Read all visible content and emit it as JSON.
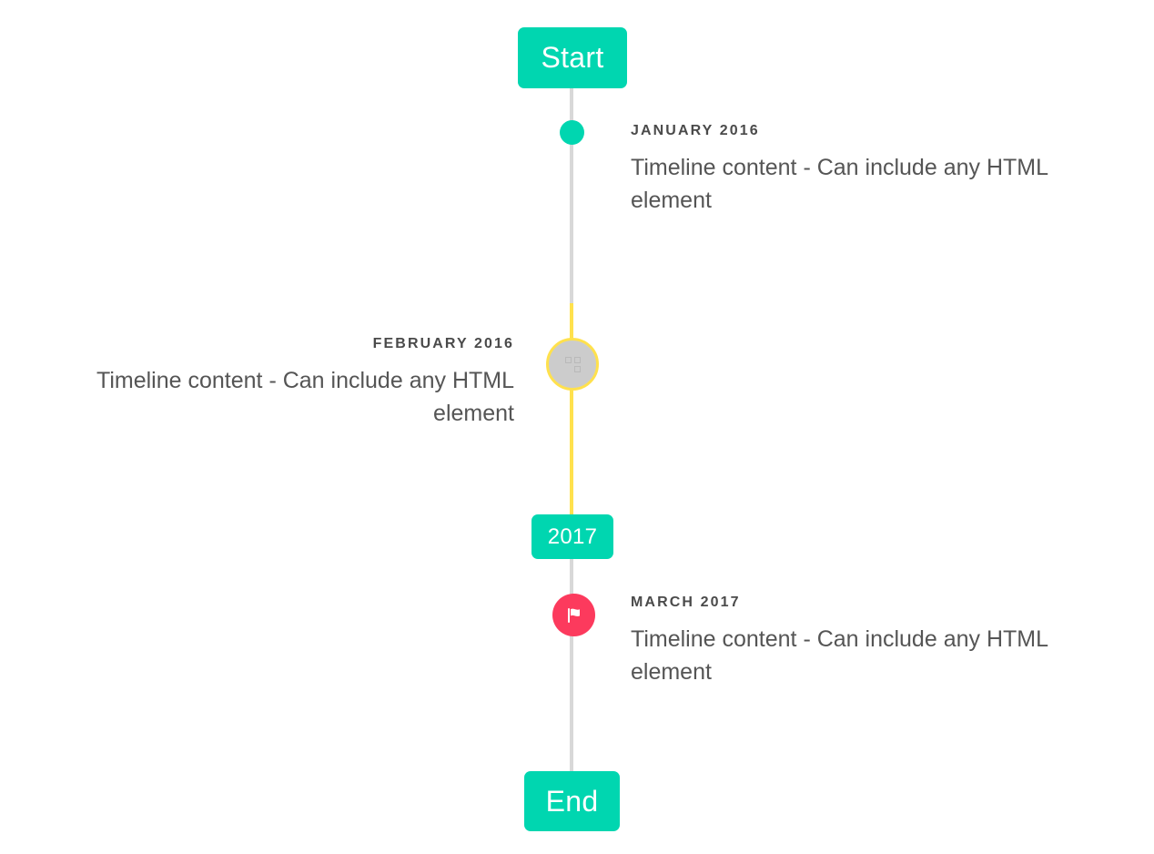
{
  "timeline": {
    "colors": {
      "accent_teal": "#00d6b0",
      "accent_yellow": "#ffe14d",
      "accent_pink": "#fc3a5d",
      "line_gray": "#d8d8d8",
      "marker_gray": "#cccccc",
      "date_text": "#4a4a4a",
      "body_text": "#555555"
    },
    "labels": {
      "start": "Start",
      "middle": "2017",
      "end": "End"
    },
    "segments": [
      {
        "name": "start-to-january",
        "color": "#d8d8d8"
      },
      {
        "name": "january-to-february",
        "color": "#d8d8d8"
      },
      {
        "name": "february-highlight-upper",
        "color": "#ffe14d"
      },
      {
        "name": "february-to-2017",
        "color": "#ffe14d"
      },
      {
        "name": "2017-to-march",
        "color": "#d8d8d8"
      },
      {
        "name": "march-to-end",
        "color": "#d8d8d8"
      }
    ],
    "events": [
      {
        "id": "january-2016",
        "date": "JANUARY 2016",
        "body": "Timeline content - Can include any HTML element",
        "side": "right",
        "marker": "dot",
        "marker_icon": "filled-circle-icon"
      },
      {
        "id": "february-2016",
        "date": "FEBRUARY 2016",
        "body": "Timeline content - Can include any HTML element",
        "side": "left",
        "marker": "ring",
        "marker_icon": "missing-glyph-icon"
      },
      {
        "id": "march-2017",
        "date": "MARCH 2017",
        "body": "Timeline content - Can include any HTML element",
        "side": "right",
        "marker": "flag",
        "marker_icon": "flag-icon"
      }
    ]
  }
}
